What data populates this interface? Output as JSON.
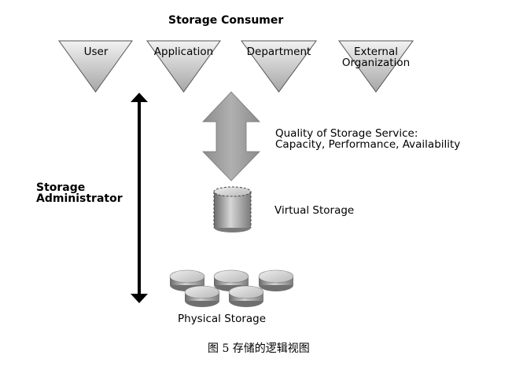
{
  "diagram": {
    "consumer_heading": "Storage Consumer",
    "consumers": [
      "User",
      "Application",
      "Department",
      "External Organization"
    ],
    "consumer_lines": [
      [
        "User"
      ],
      [
        "Application"
      ],
      [
        "Department"
      ],
      [
        "External",
        "Organization"
      ]
    ],
    "qos_line1": "Quality of Storage Service:",
    "qos_line2": "Capacity, Performance, Availability",
    "virtual_storage": "Virtual Storage",
    "admin_line1": "Storage",
    "admin_line2": "Administrator",
    "physical_storage": "Physical Storage",
    "caption": "图  5  存储的逻辑视图"
  },
  "colors": {
    "triangle_fill_light": "#f0f0f0",
    "triangle_fill_dark": "#a8a8a8",
    "arrow_gray": "#9a9a9a",
    "cylinder_dark": "#6e6e6e",
    "cylinder_light": "#d8d8d8"
  }
}
